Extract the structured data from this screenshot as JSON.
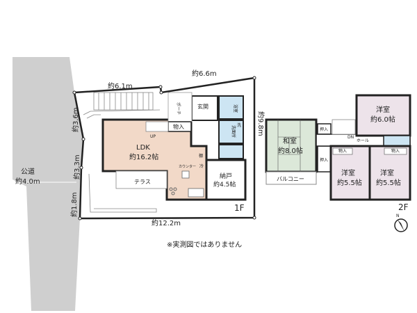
{
  "colors": {
    "road": "#cfcfcf",
    "ldk": "#f2d9c8",
    "water": "#cde5f3",
    "washitsu": "#dce8d9",
    "youshitsu": "#ede3ea",
    "wall": "#222222"
  },
  "road": {
    "label": "公道",
    "width": "約4.0m"
  },
  "dimensions": {
    "top_left": "約6.1m",
    "top_right": "約6.6m",
    "right": "約9.8m",
    "bottom": "約12.2m",
    "left_top": "約3.6m",
    "left_mid": "約3.3m",
    "left_bottom": "約1.8m"
  },
  "floor1": {
    "label": "1F",
    "ldk": {
      "name": "LDK",
      "size": "約16.2帖"
    },
    "entrance": "玄関",
    "porch": "ポーチ",
    "storage": "物入",
    "up": "UP",
    "bath": "浴室",
    "washroom": "洗面所",
    "laundry": "洗",
    "shelf": "棚",
    "counter": "カウンター",
    "fridge": "冷",
    "terrace": "テラス",
    "nando": {
      "name": "納戸",
      "size": "約4.5帖"
    }
  },
  "floor2": {
    "label": "2F",
    "washitsu": {
      "name": "和室",
      "size": "約8.0帖"
    },
    "youshitsu_a": {
      "name": "洋室",
      "size": "約6.0帖"
    },
    "youshitsu_b": {
      "name": "洋室",
      "size": "約5.5帖"
    },
    "youshitsu_c": {
      "name": "洋室",
      "size": "約5.5帖"
    },
    "hall": "ホール",
    "dn": "DN",
    "oshiire": "押入",
    "storage": "物入",
    "balcony": "バルコニー"
  },
  "compass": "N",
  "note": "※実測図ではありません"
}
